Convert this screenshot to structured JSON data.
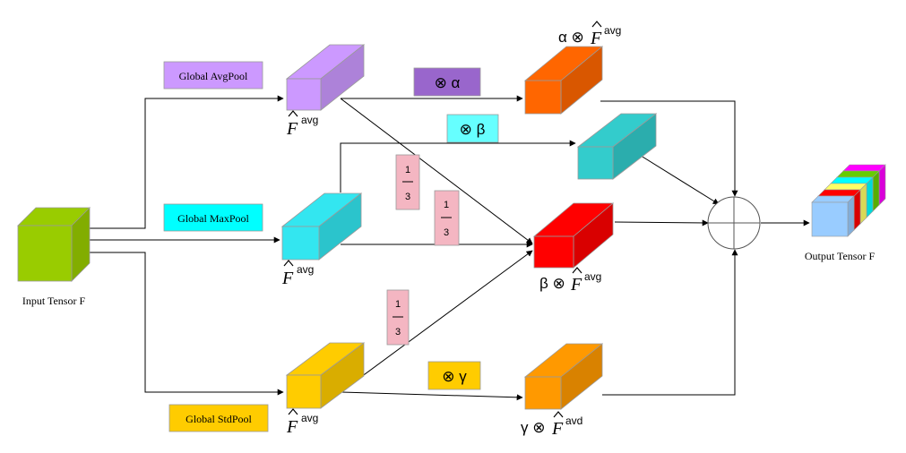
{
  "labels": {
    "input": "Input Tensor F",
    "output": "Output Tensor F",
    "avgpool": "Global AvgPool",
    "maxpool": "Global MaxPool",
    "stdpool": "Global StdPool",
    "f_hat_top": "F",
    "f_hat_mid": "F",
    "f_hat_bot": "F",
    "sup_avg": "avg",
    "sup_avd": "avd",
    "mult_alpha": "⊗ α",
    "mult_beta": "⊗ β",
    "mult_gamma": "⊗ γ",
    "frac_num": "1",
    "frac_den": "3",
    "alpha_prefix": "α ⊗",
    "beta_prefix": "β ⊗",
    "gamma_prefix": "γ ⊗"
  },
  "colors": {
    "input_cube": "#99CC00",
    "avg_cube": "#CC99FF",
    "max_cube": "#33E6F0",
    "std_cube": "#FFCC00",
    "alpha_cube": "#FF6600",
    "beta_cube": "#33CCCC",
    "center_cube": "#FF0000",
    "gamma_cube": "#FF9900",
    "avgpool_box": "#CC99FF",
    "maxpool_box": "#00FFFF",
    "stdpool_box": "#FFCC00",
    "alpha_box": "#9966CC",
    "beta_box": "#66FFFF",
    "gamma_box": "#FFCC00",
    "frac_box": "#F4B6C2",
    "output_layers": [
      "#FF00FF",
      "#66CC00",
      "#00FFFF",
      "#FFFF66",
      "#FF0000",
      "#99CCFF"
    ]
  }
}
